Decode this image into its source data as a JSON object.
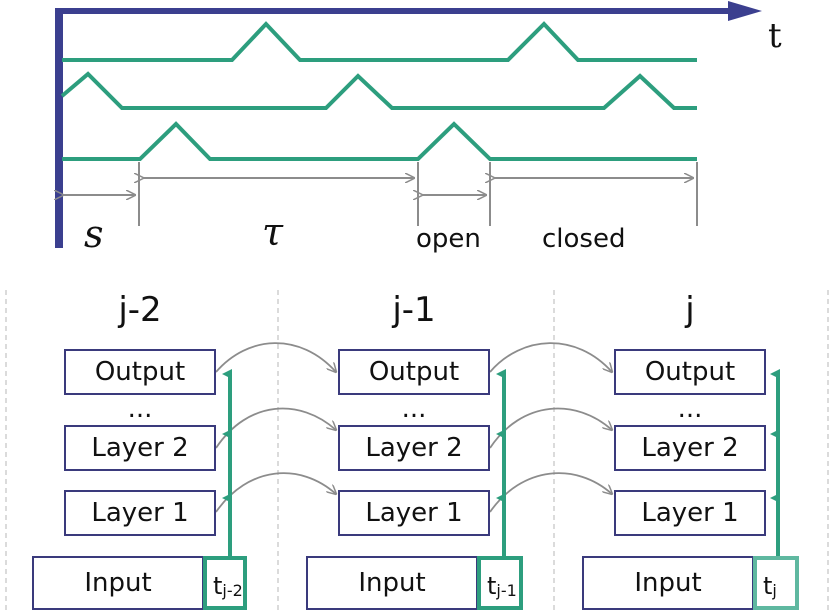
{
  "timeline": {
    "axis_label": "t",
    "span_labels": {
      "s": "s",
      "tau": "τ",
      "open": "open",
      "closed": "closed"
    }
  },
  "columns": [
    {
      "header": "j-2",
      "output": "Output",
      "dots": "...",
      "layer2": "Layer 2",
      "layer1": "Layer 1",
      "input": "Input",
      "t_base": "t",
      "t_sub": "j-2"
    },
    {
      "header": "j-1",
      "output": "Output",
      "dots": "...",
      "layer2": "Layer 2",
      "layer1": "Layer 1",
      "input": "Input",
      "t_base": "t",
      "t_sub": "j-1"
    },
    {
      "header": "j",
      "output": "Output",
      "dots": "...",
      "layer2": "Layer 2",
      "layer1": "Layer 1",
      "input": "Input",
      "t_base": "t",
      "t_sub": "j"
    }
  ],
  "colors": {
    "axis": "#3b3f8f",
    "signal": "#2d9e7e",
    "box_border": "#3a3a7c",
    "arrow_gray": "#8c8c8c"
  }
}
